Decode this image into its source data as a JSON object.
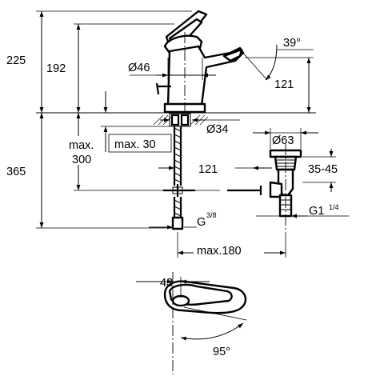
{
  "drawing": {
    "dimensions": {
      "total_height": "225",
      "spout_height": "192",
      "lever_angle": "39°",
      "body_diameter": "Ø46",
      "outlet_height": "121",
      "hole_diameter": "Ø34",
      "max_thickness_label": "max. 30",
      "max_height_label_1": "max.",
      "max_height_label_2": "300",
      "below_height": "365",
      "waste_diameter": "Ø63",
      "tail_length": "121",
      "waste_range": "35-45",
      "waste_thread": "G1",
      "waste_thread_fraction": "1/4",
      "connection_thread": "G",
      "connection_thread_fraction": "3/8",
      "max_reach": "max.180",
      "lever_offset": "43",
      "swivel_angle": "95°"
    }
  }
}
